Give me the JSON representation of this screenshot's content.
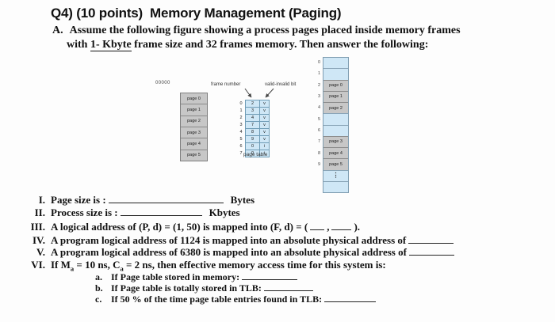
{
  "header": {
    "title_q": "Q4) (10 points)",
    "title_topic": "Memory Management (Paging)",
    "section_label": "A.",
    "line1": "Assume the following figure showing a process pages placed inside memory frames",
    "line2_pre": "with ",
    "line2_underline": "1- Kbyte",
    "line2_post": " frame size and 32 frames memory. Then answer the following:"
  },
  "figure": {
    "base_address": "00000",
    "process_pages": [
      "page 0",
      "page 1",
      "page 2",
      "page 3",
      "page 4",
      "page 5"
    ],
    "labels": {
      "frame_number": "frame number",
      "valid_bit": "valid-invalid bit",
      "caption": "page table"
    },
    "page_table": [
      {
        "i": "0",
        "f": "2",
        "b": "v"
      },
      {
        "i": "1",
        "f": "3",
        "b": "v"
      },
      {
        "i": "2",
        "f": "4",
        "b": "v"
      },
      {
        "i": "3",
        "f": "7",
        "b": "v"
      },
      {
        "i": "4",
        "f": "8",
        "b": "v"
      },
      {
        "i": "5",
        "f": "9",
        "b": "v"
      },
      {
        "i": "6",
        "f": "0",
        "b": "i"
      },
      {
        "i": "7",
        "f": "0",
        "b": "i"
      }
    ],
    "memory_frames": [
      {
        "i": "0",
        "c": ""
      },
      {
        "i": "1",
        "c": ""
      },
      {
        "i": "2",
        "c": "page 0"
      },
      {
        "i": "3",
        "c": "page 1"
      },
      {
        "i": "4",
        "c": "page 2"
      },
      {
        "i": "5",
        "c": ""
      },
      {
        "i": "6",
        "c": ""
      },
      {
        "i": "7",
        "c": "page 3"
      },
      {
        "i": "8",
        "c": "page 4"
      },
      {
        "i": "9",
        "c": "page 5"
      },
      {
        "i": "",
        "c": "⋮"
      },
      {
        "i": "",
        "c": ""
      }
    ],
    "colors": {
      "empty_frame": "#cfe7f6",
      "page_cell": "#c7c7c7"
    }
  },
  "questions": {
    "q1": {
      "num": "I.",
      "pre": "Page size is :",
      "post": "Bytes"
    },
    "q2": {
      "num": "II.",
      "pre": "Process size is :",
      "post": "Kbytes"
    },
    "q3": {
      "num": "III.",
      "pre": "A logical address of (P, d) = (1, 50) is mapped into (F, d) = (",
      "mid": ",",
      "post": ")."
    },
    "q4": {
      "num": "IV.",
      "pre": "A program logical address of 1124 is mapped into an absolute physical address of"
    },
    "q5": {
      "num": "V.",
      "pre": "A program logical address of 6380 is mapped into an absolute physical address of"
    },
    "q6": {
      "num": "VI.",
      "p1": "If M",
      "sub1": "a",
      "p2": " = 10 ns, C",
      "sub2": "a",
      "p3": " = 2 ns, then effective memory access time for this system is:"
    },
    "qa": {
      "num": "a.",
      "text": "If Page table stored in memory:"
    },
    "qb": {
      "num": "b.",
      "text": "If Page table is totally stored in TLB:"
    },
    "qc": {
      "num": "c.",
      "text": "If 50 % of the time page table entries found in TLB:"
    }
  }
}
